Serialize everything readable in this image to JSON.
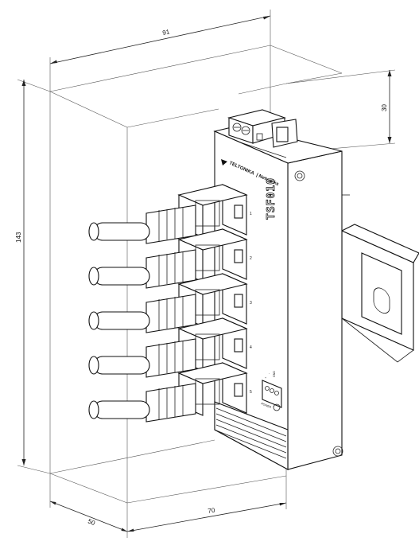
{
  "dimensions": {
    "width": "91",
    "rail_depth": "30",
    "height": "143",
    "depth_front": "50",
    "depth_side": "70"
  },
  "device": {
    "brand": "TELTONIKA",
    "brand_suffix": "| Networks",
    "model": "TSF010",
    "port_numbers": [
      "1",
      "2",
      "3",
      "4",
      "5"
    ],
    "power_label": "POWER",
    "terminal_labels": [
      "+",
      "-",
      "GND"
    ]
  }
}
